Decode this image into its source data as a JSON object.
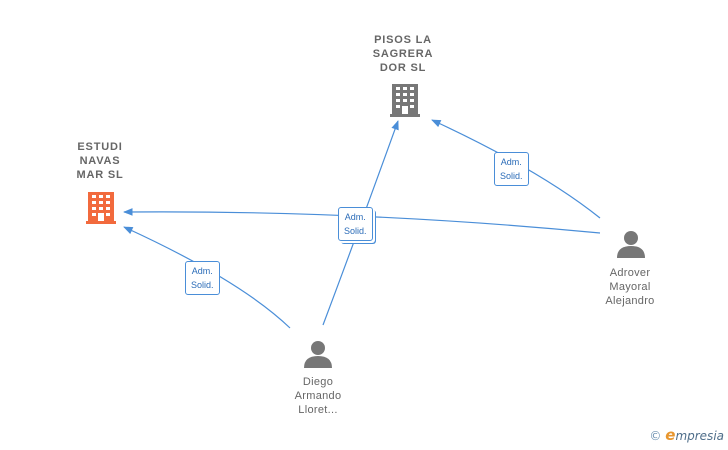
{
  "nodes": {
    "pisos": {
      "label": "PISOS LA\nSAGRERA\nDOR  SL",
      "type": "company",
      "icon": "building-icon",
      "color": "#777777"
    },
    "estudi": {
      "label": "ESTUDI\nNAVAS\nMAR  SL",
      "type": "company",
      "icon": "building-icon",
      "color": "#f26a3d"
    },
    "adrover": {
      "label": "Adrover\nMayoral\nAlejandro",
      "type": "person",
      "icon": "person-icon",
      "color": "#777777"
    },
    "diego": {
      "label": "Diego\nArmando\nLloret...",
      "type": "person",
      "icon": "person-icon",
      "color": "#777777"
    }
  },
  "edges": [
    {
      "from": "adrover",
      "to": "pisos",
      "label": "Adm.\nSolid."
    },
    {
      "from": "adrover",
      "to": "estudi",
      "label": "Adm.\nSolid."
    },
    {
      "from": "diego",
      "to": "estudi",
      "label": "Adm.\nSolid."
    },
    {
      "from": "diego",
      "to": "pisos",
      "label": "Adm.\nSolid."
    }
  ],
  "edge_color": "#4a8ed8",
  "watermark": {
    "symbol": "©",
    "brand_initial": "e",
    "brand_rest": "mpresia"
  }
}
